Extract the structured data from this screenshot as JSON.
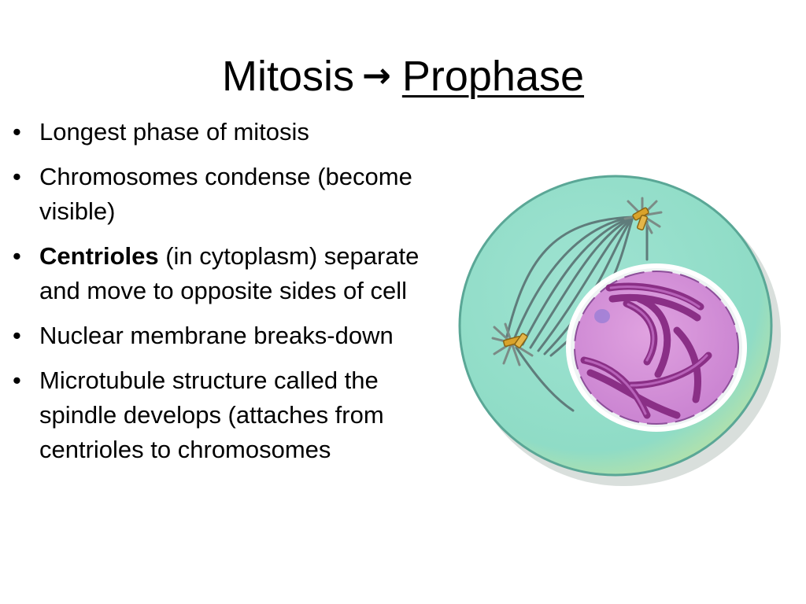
{
  "slide": {
    "title": {
      "main": "Mitosis",
      "arrow": "→",
      "phase": "Prophase"
    },
    "bullets": [
      {
        "bold": "",
        "text": "Longest phase of mitosis"
      },
      {
        "bold": "",
        "text": "Chromosomes condense (become visible)"
      },
      {
        "bold": "Centrioles",
        "text": " (in cytoplasm) separate and move to opposite sides of cell"
      },
      {
        "bold": "",
        "text": "Nuclear membrane breaks-down"
      },
      {
        "bold": "",
        "text": "Microtubule structure called the spindle develops (attaches from centrioles to chromosomes"
      }
    ],
    "bullet_marker": "•"
  },
  "figure": {
    "colors": {
      "cytoplasm": "#8fdcc6",
      "cytoplasm_edge": "#5aa796",
      "nucleus": "#d690d8",
      "nucleus_edge": "#8d4f9a",
      "chromosome": "#8a2f86",
      "spindle": "#5f7c7b",
      "centriole": "#d9a22a"
    }
  }
}
